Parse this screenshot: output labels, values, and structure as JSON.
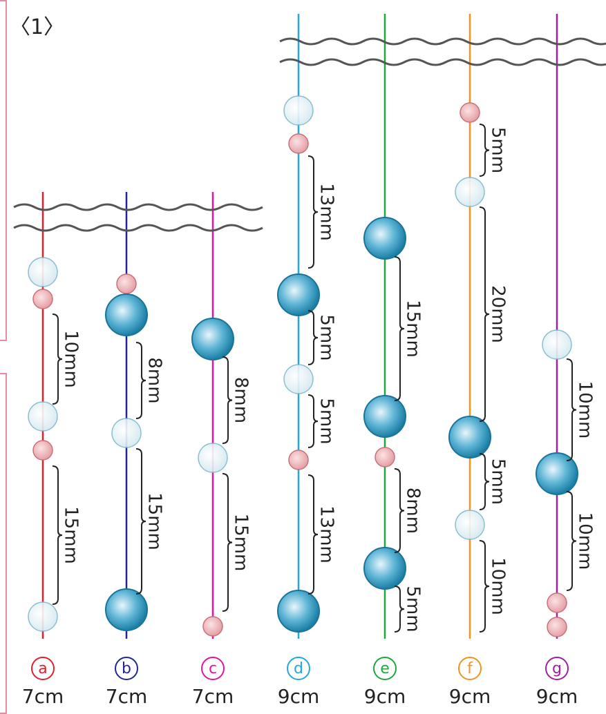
{
  "header": {
    "title": "〈1〉"
  },
  "colors": {
    "a": "#e0202a",
    "b": "#23249a",
    "c": "#e6149a",
    "d": "#23a6e6",
    "e": "#1ea83a",
    "f": "#f7901e",
    "g": "#a020a0",
    "bead_large_fill": "#2f9cc6",
    "bead_clear": "#d8ecf3",
    "bead_small": "#e9a4a8"
  },
  "strands": [
    {
      "id": "a",
      "letter": "a",
      "length": "7cm",
      "beads": [
        "clear-round",
        "small-pink",
        "clear-round",
        "small-pink",
        "clear-round"
      ],
      "spacings": [
        "10mm",
        "15mm"
      ]
    },
    {
      "id": "b",
      "letter": "b",
      "length": "7cm",
      "beads": [
        "small-pink",
        "large-blue",
        "clear-round",
        "large-blue"
      ],
      "spacings": [
        "8mm",
        "15mm"
      ]
    },
    {
      "id": "c",
      "letter": "c",
      "length": "7cm",
      "beads": [
        "large-blue",
        "clear-round",
        "small-pink"
      ],
      "spacings": [
        "8mm",
        "15mm"
      ]
    },
    {
      "id": "d",
      "letter": "d",
      "length": "9cm",
      "beads": [
        "clear-round",
        "small-pink",
        "large-blue",
        "clear-round",
        "small-pink",
        "large-blue"
      ],
      "spacings": [
        "13mm",
        "5mm",
        "5mm",
        "13mm"
      ]
    },
    {
      "id": "e",
      "letter": "e",
      "length": "9cm",
      "beads": [
        "large-blue",
        "large-blue",
        "small-pink",
        "large-blue"
      ],
      "spacings": [
        "15mm",
        "8mm",
        "5mm"
      ]
    },
    {
      "id": "f",
      "letter": "f",
      "length": "9cm",
      "beads": [
        "small-pink",
        "clear-round",
        "large-blue",
        "clear-round"
      ],
      "spacings": [
        "5mm",
        "20mm",
        "5mm",
        "10mm"
      ]
    },
    {
      "id": "g",
      "letter": "g",
      "length": "9cm",
      "beads": [
        "clear-round",
        "large-blue",
        "small-pink",
        "small-pink"
      ],
      "spacings": [
        "10mm",
        "10mm"
      ]
    }
  ]
}
